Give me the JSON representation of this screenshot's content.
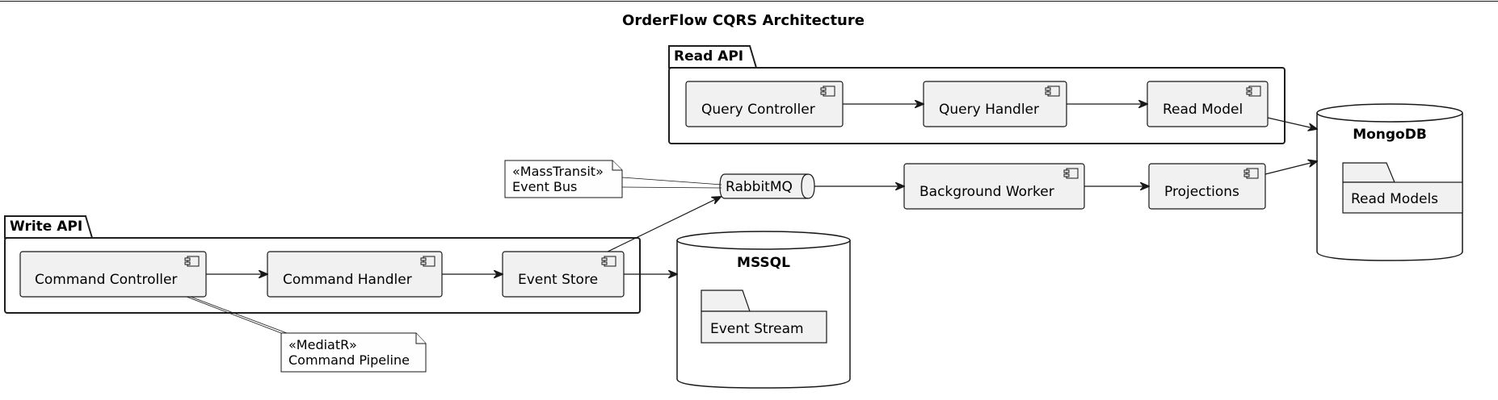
{
  "title": "OrderFlow CQRS Architecture",
  "packages": {
    "read_api": "Read API",
    "write_api": "Write API"
  },
  "components": {
    "query_controller": "Query Controller",
    "query_handler": "Query Handler",
    "read_model": "Read Model",
    "background_worker": "Background Worker",
    "projections": "Projections",
    "command_controller": "Command Controller",
    "command_handler": "Command Handler",
    "event_store": "Event Store"
  },
  "queue": {
    "rabbitmq": "RabbitMQ"
  },
  "databases": {
    "mongodb": {
      "title": "MongoDB",
      "folder": "Read Models"
    },
    "mssql": {
      "title": "MSSQL",
      "folder": "Event Stream"
    }
  },
  "notes": {
    "masstransit": {
      "stereotype": "«MassTransit»",
      "text": "Event Bus"
    },
    "mediatr": {
      "stereotype": "«MediatR»",
      "text": "Command Pipeline"
    }
  }
}
